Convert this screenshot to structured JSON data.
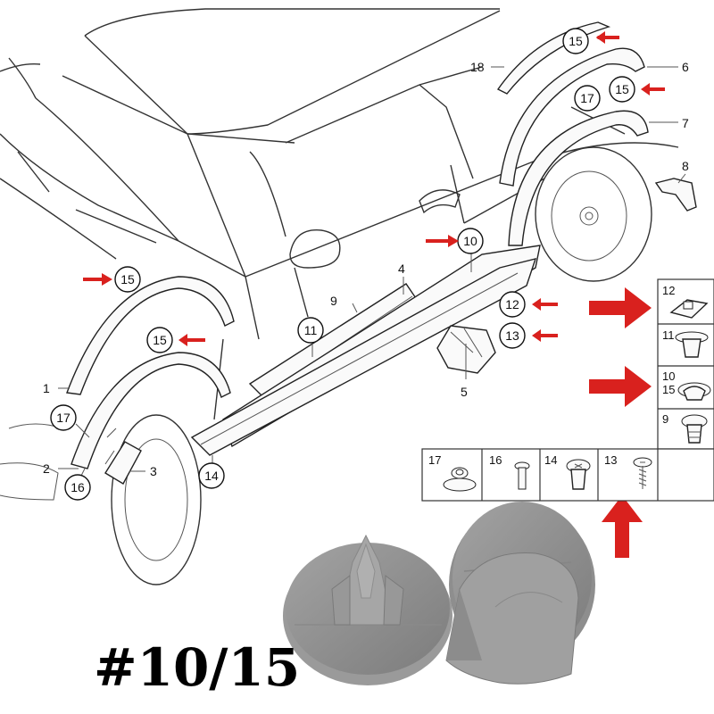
{
  "callouts": {
    "p1": "1",
    "p2": "2",
    "p3": "3",
    "p4": "4",
    "p5": "5",
    "p6": "6",
    "p7": "7",
    "p8": "8",
    "p9": "9",
    "c10": "10",
    "c11": "11",
    "c12": "12",
    "c13": "13",
    "c14": "14",
    "c15a": "15",
    "c15b": "15",
    "c15c": "15",
    "c15d": "15",
    "c16": "16",
    "c17a": "17",
    "c17b": "17",
    "p18": "18"
  },
  "parts_table": {
    "right_column": [
      "12",
      "11",
      "10",
      "15",
      "9"
    ],
    "bottom_row": [
      "17",
      "16",
      "14",
      "13"
    ]
  },
  "caption": "#10/15",
  "colors": {
    "arrow": "#d9211e",
    "clip": "#8d8d8d",
    "line": "#333333"
  }
}
